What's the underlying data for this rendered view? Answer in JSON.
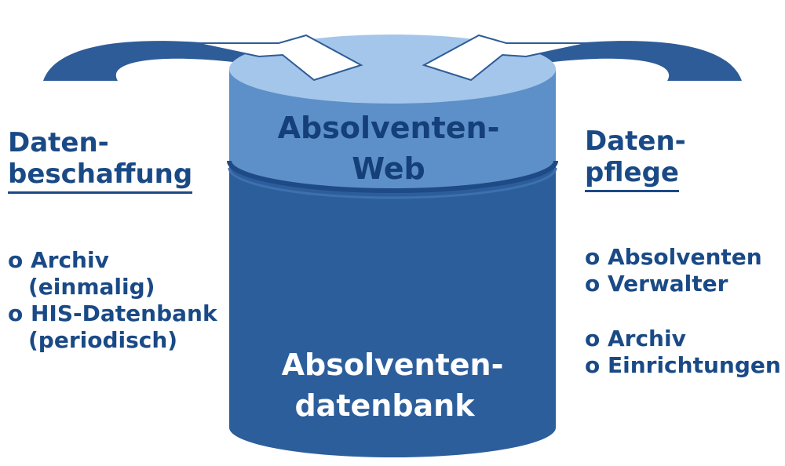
{
  "cylinder": {
    "top_label_line1": "Absolventen-",
    "top_label_line2": "Web",
    "bottom_label_line1": "Absolventen-",
    "bottom_label_line2": "datenbank"
  },
  "left": {
    "heading_line1": "Daten-",
    "heading_line2": "beschaffung",
    "items": [
      "o Archiv",
      "(einmalig)",
      "o HIS-Datenbank",
      "(periodisch)"
    ]
  },
  "right": {
    "heading_line1": "Daten-",
    "heading_line2": "pflege",
    "items": [
      "o Absolventen",
      "o Verwalter",
      "o Archiv",
      "o Einrichtungen"
    ]
  },
  "colors": {
    "dark_blue": "#1a4a86",
    "mid_blue": "#3f72b0",
    "light_blue": "#6f9fd3",
    "top_face": "#9cc2e8"
  }
}
